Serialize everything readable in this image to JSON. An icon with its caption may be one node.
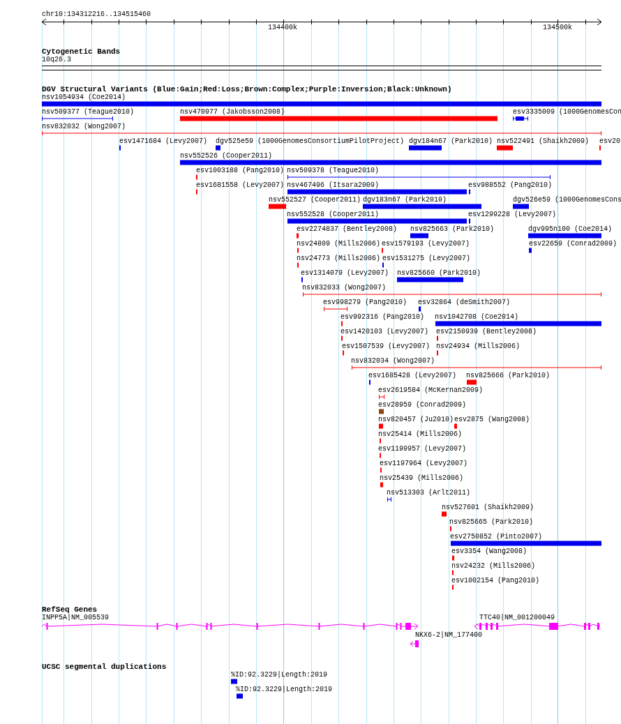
{
  "diagram": {
    "labels": [
      "chr10:134312216..134515460",
      "134400k",
      "134500k",
      "Cytogenetic Bands",
      "10q26.3",
      "DGV Structural Variants (Blue:Gain;Red:Loss;Brown:Complex;Purple:Inversion;Black:Unknown)",
      "nsv1054934 (Coe2014)",
      "nsv509377 (Teague2010)",
      "nsv470977 (Jakobsson2008)",
      "esv3335009 (1000GenomesCon",
      "nsv832032 (Wong2007)",
      "esv1471684 (Levy2007)",
      "dgv525e59 (1000GenomesConsortiumPilotProject)",
      "dgv184n67 (Park2010)",
      "nsv522491 (Shaikh2009)",
      "esv20",
      "nsv552526 (Cooper2011)",
      "esv1003188 (Pang2010)",
      "nsv509378 (Teague2010)",
      "esv1681558 (Levy2007)",
      "nsv467496 (Itsara2009)",
      "esv988552 (Pang2010)",
      "nsv552527 (Cooper2011)",
      "dgv183n67 (Park2010)",
      "dgv526e59 (1000GenomesCons",
      "nsv552528 (Cooper2011)",
      "esv1299228 (Levy2007)",
      "esv2274837 (Bentley2008)",
      "nsv825663 (Park2010)",
      "dgv995n100 (Coe2014)",
      "nsv24809 (Mills2006)",
      "esv1579193 (Levy2007)",
      "esv22659 (Conrad2009)",
      "nsv24773 (Mills2006)",
      "esv1531275 (Levy2007)",
      "esv1314079 (Levy2007)",
      "nsv825660 (Park2010)",
      "nsv832033 (Wong2007)",
      "esv998279 (Pang2010)",
      "esv32864 (deSmith2007)",
      "esv992316 (Pang2010)",
      "nsv1042708 (Coe2014)",
      "esv1420103 (Levy2007)",
      "esv2150939 (Bentley2008)",
      "esv1507539 (Levy2007)",
      "nsv24934 (Mills2006)",
      "nsv832034 (Wong2007)",
      "esv1685428 (Levy2007)",
      "nsv825666 (Park2010)",
      "esv2619584 (McKernan2009)",
      "esv28959 (Conrad2009)",
      "nsv820457 (Ju2010)",
      "esv2875 (Wang2008)",
      "nsv25414 (Mills2006)",
      "esv1199957 (Levy2007)",
      "esv1197964 (Levy2007)",
      "nsv25439 (Mills2006)",
      "nsv513303 (Arlt2011)",
      "nsv527601 (Shaikh2009)",
      "nsv825665 (Park2010)",
      "esv2750852 (Pinto2007)",
      "esv3354 (Wang2008)",
      "nsv24232 (Mills2006)",
      "esv1002154 (Pang2010)",
      "RefSeq Genes",
      "INPP5A|NM_005539",
      "TTC40|NM_001200049",
      "NKX6-2|NM_177400",
      "UCSC segmental duplications",
      "%ID:92.3229|Length:2019",
      "%ID:92.3229|Length:2019"
    ]
  }
}
